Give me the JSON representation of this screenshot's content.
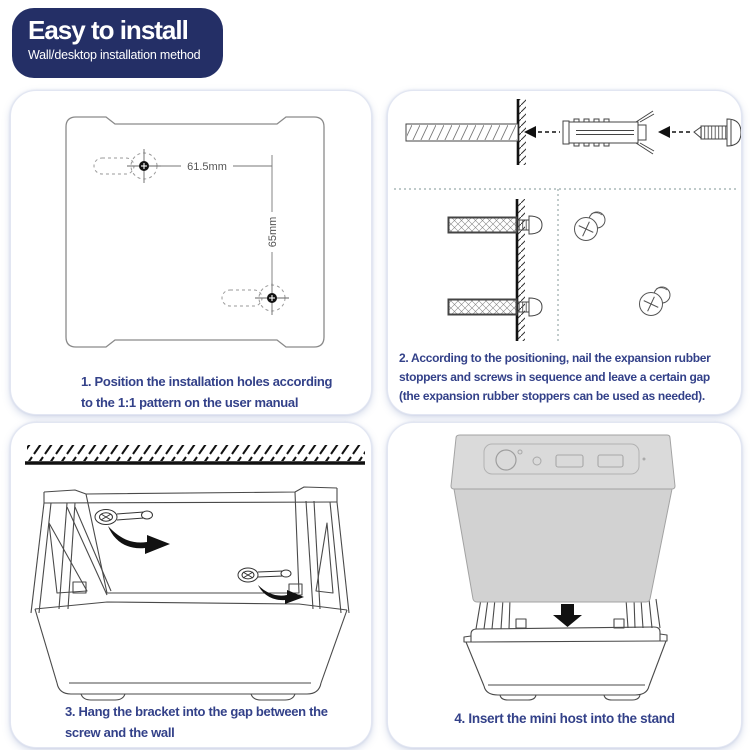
{
  "header": {
    "title": "Easy to install",
    "subtitle": "Wall/desktop installation method"
  },
  "steps": {
    "step1": {
      "lines": [
        "1. Position the installation holes according",
        "to the 1:1 pattern on the user manual"
      ],
      "dims": {
        "horizontal": "61.5mm",
        "vertical": "65mm"
      }
    },
    "step2": {
      "lines": [
        "2. According to the positioning, nail the expansion rubber",
        "stoppers and screws in sequence and leave a certain gap",
        "(the expansion rubber stoppers can be used as needed)."
      ]
    },
    "step3": {
      "lines": [
        "3. Hang the bracket into the gap between the",
        "screw and the wall"
      ]
    },
    "step4": {
      "lines": [
        "4. Insert the mini host into the stand"
      ]
    }
  },
  "colors": {
    "badge_bg": "#242f66",
    "caption_text": "#334189",
    "line_art": "#4a4a4a",
    "device_gray": "#d6d6d6"
  }
}
